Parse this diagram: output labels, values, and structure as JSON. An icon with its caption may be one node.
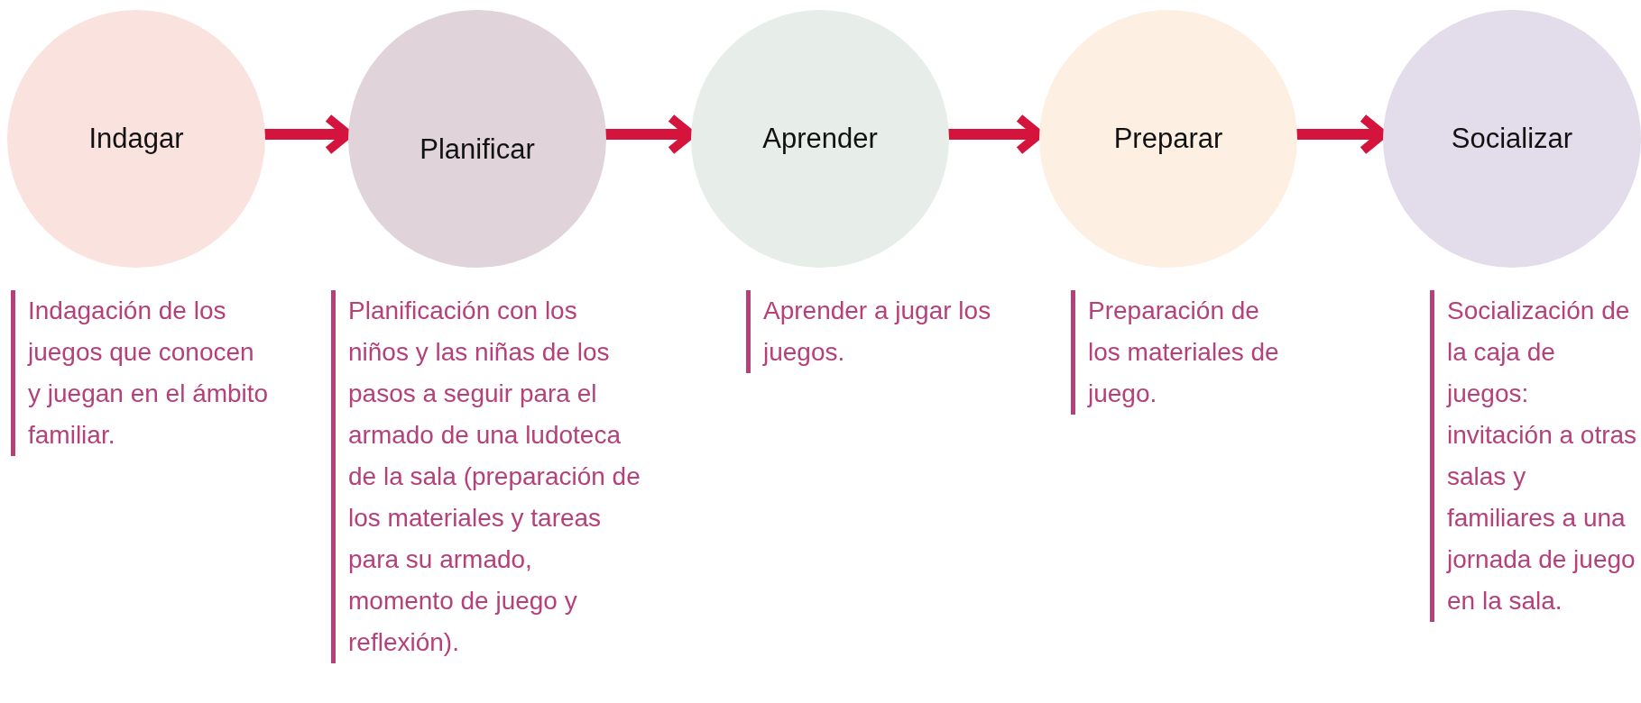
{
  "diagram": {
    "nodes": [
      {
        "text": [
          "Indagar"
        ],
        "beside": [
          "Indagación de los juegos que conocen y juegan en el ámbito familiar."
        ]
      },
      {
        "text": [
          "Planificar"
        ],
        "beside": [
          "Planificación con los niños y las niñas de los pasos a seguir para el armado de una ludoteca de la sala (preparación de los materiales y tareas para su armado, momento de juego y reflexión)."
        ]
      },
      {
        "text": [
          "Aprender"
        ],
        "beside": [
          "Aprender a jugar los juegos."
        ]
      },
      {
        "text": [
          "Preparar"
        ],
        "beside": [
          "Preparación de los materiales de juego."
        ]
      },
      {
        "text": [
          "Socializar"
        ],
        "beside": [
          "Socialización de la caja de juegos: invitación a otras salas y familiares a una jornada de juego en la sala."
        ]
      }
    ],
    "edges": [
      {
        "from": 0,
        "to": 1,
        "arrow": "to"
      },
      {
        "from": 1,
        "to": 2,
        "arrow": "to"
      },
      {
        "from": 2,
        "to": 3,
        "arrow": "to"
      },
      {
        "from": 3,
        "to": 4,
        "arrow": "to"
      }
    ]
  }
}
